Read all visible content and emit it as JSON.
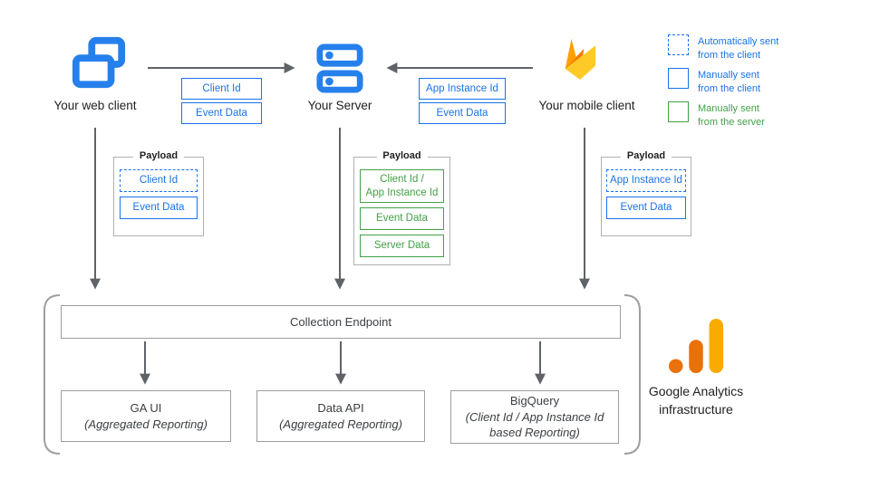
{
  "diagram": {
    "clients": {
      "web": {
        "label": "Your web client"
      },
      "server": {
        "label": "Your Server"
      },
      "mobile": {
        "label": "Your mobile client"
      }
    },
    "flows": {
      "web_to_server": {
        "items": [
          {
            "label": "Client Id"
          },
          {
            "label": "Event Data"
          }
        ]
      },
      "mobile_to_server": {
        "items": [
          {
            "label": "App Instance Id"
          },
          {
            "label": "Event Data"
          }
        ]
      }
    },
    "payloads": [
      {
        "title": "Payload",
        "items": [
          {
            "label": "Client Id",
            "style": "dashed-blue"
          },
          {
            "label": "Event Data",
            "style": "solid-blue"
          }
        ]
      },
      {
        "title": "Payload",
        "items": [
          {
            "label": "Client Id /\nApp Instance Id",
            "style": "solid-green"
          },
          {
            "label": "Event Data",
            "style": "solid-green"
          },
          {
            "label": "Server Data",
            "style": "solid-green"
          }
        ]
      },
      {
        "title": "Payload",
        "items": [
          {
            "label": "App Instance Id",
            "style": "dashed-blue"
          },
          {
            "label": "Event Data",
            "style": "solid-blue"
          }
        ]
      }
    ],
    "legend": [
      {
        "label": "Automatically sent\nfrom the client",
        "style": "dashed-blue"
      },
      {
        "label": "Manually sent\nfrom the client",
        "style": "solid-blue"
      },
      {
        "label": "Manually sent\nfrom the server",
        "style": "solid-green"
      }
    ],
    "infrastructure": {
      "endpoint_label": "Collection Endpoint",
      "services": [
        {
          "name": "GA UI",
          "subtitle": "(Aggregated Reporting)"
        },
        {
          "name": "Data API",
          "subtitle": "(Aggregated Reporting)"
        },
        {
          "name": "BigQuery",
          "subtitle": "(Client Id / App Instance Id based Reporting)"
        }
      ],
      "brand_label": "Google Analytics\ninfrastructure"
    },
    "colors": {
      "box_blue": "#1a73e8",
      "icon_blue": "#2680eb",
      "green": "#43a047",
      "arrow_gray": "#5f6368",
      "border_gray": "#9e9e9e",
      "firebase_amber": "#ffa000",
      "firebase_orange": "#f57c00",
      "firebase_yellow": "#ffca28",
      "ga_orange": "#e8710a",
      "ga_amber": "#f9ab00"
    }
  }
}
